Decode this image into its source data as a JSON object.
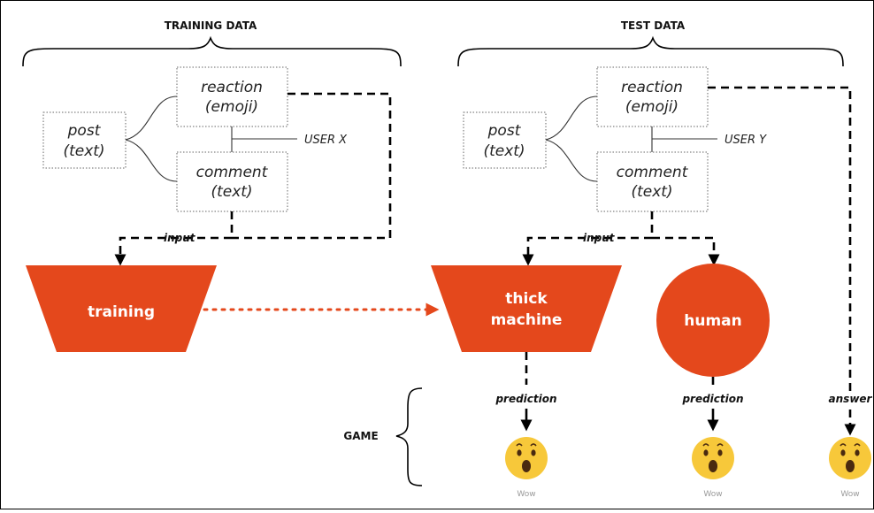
{
  "headers": {
    "training": "TRAINING DATA",
    "test": "TEST DATA",
    "game": "GAME"
  },
  "training_side": {
    "post": [
      "post",
      "(text)"
    ],
    "reaction": [
      "reaction",
      "(emoji)"
    ],
    "comment": [
      "comment",
      "(text)"
    ],
    "user": "USER X",
    "input_label": "input",
    "model": "training"
  },
  "test_side": {
    "post": [
      "post",
      "(text)"
    ],
    "reaction": [
      "reaction",
      "(emoji)"
    ],
    "comment": [
      "comment",
      "(text)"
    ],
    "user": "USER Y",
    "input_label": "input",
    "machine": [
      "thick",
      "machine"
    ],
    "human": "human"
  },
  "outputs": {
    "machine_label": "prediction",
    "human_label": "prediction",
    "answer_label": "answer",
    "emoji_caption": "Wow"
  },
  "colors": {
    "accent": "#e4481c",
    "emoji_face": "#f7c83a",
    "emoji_features": "#4a2a10"
  },
  "icons": [
    "wow-emoji-icon"
  ]
}
